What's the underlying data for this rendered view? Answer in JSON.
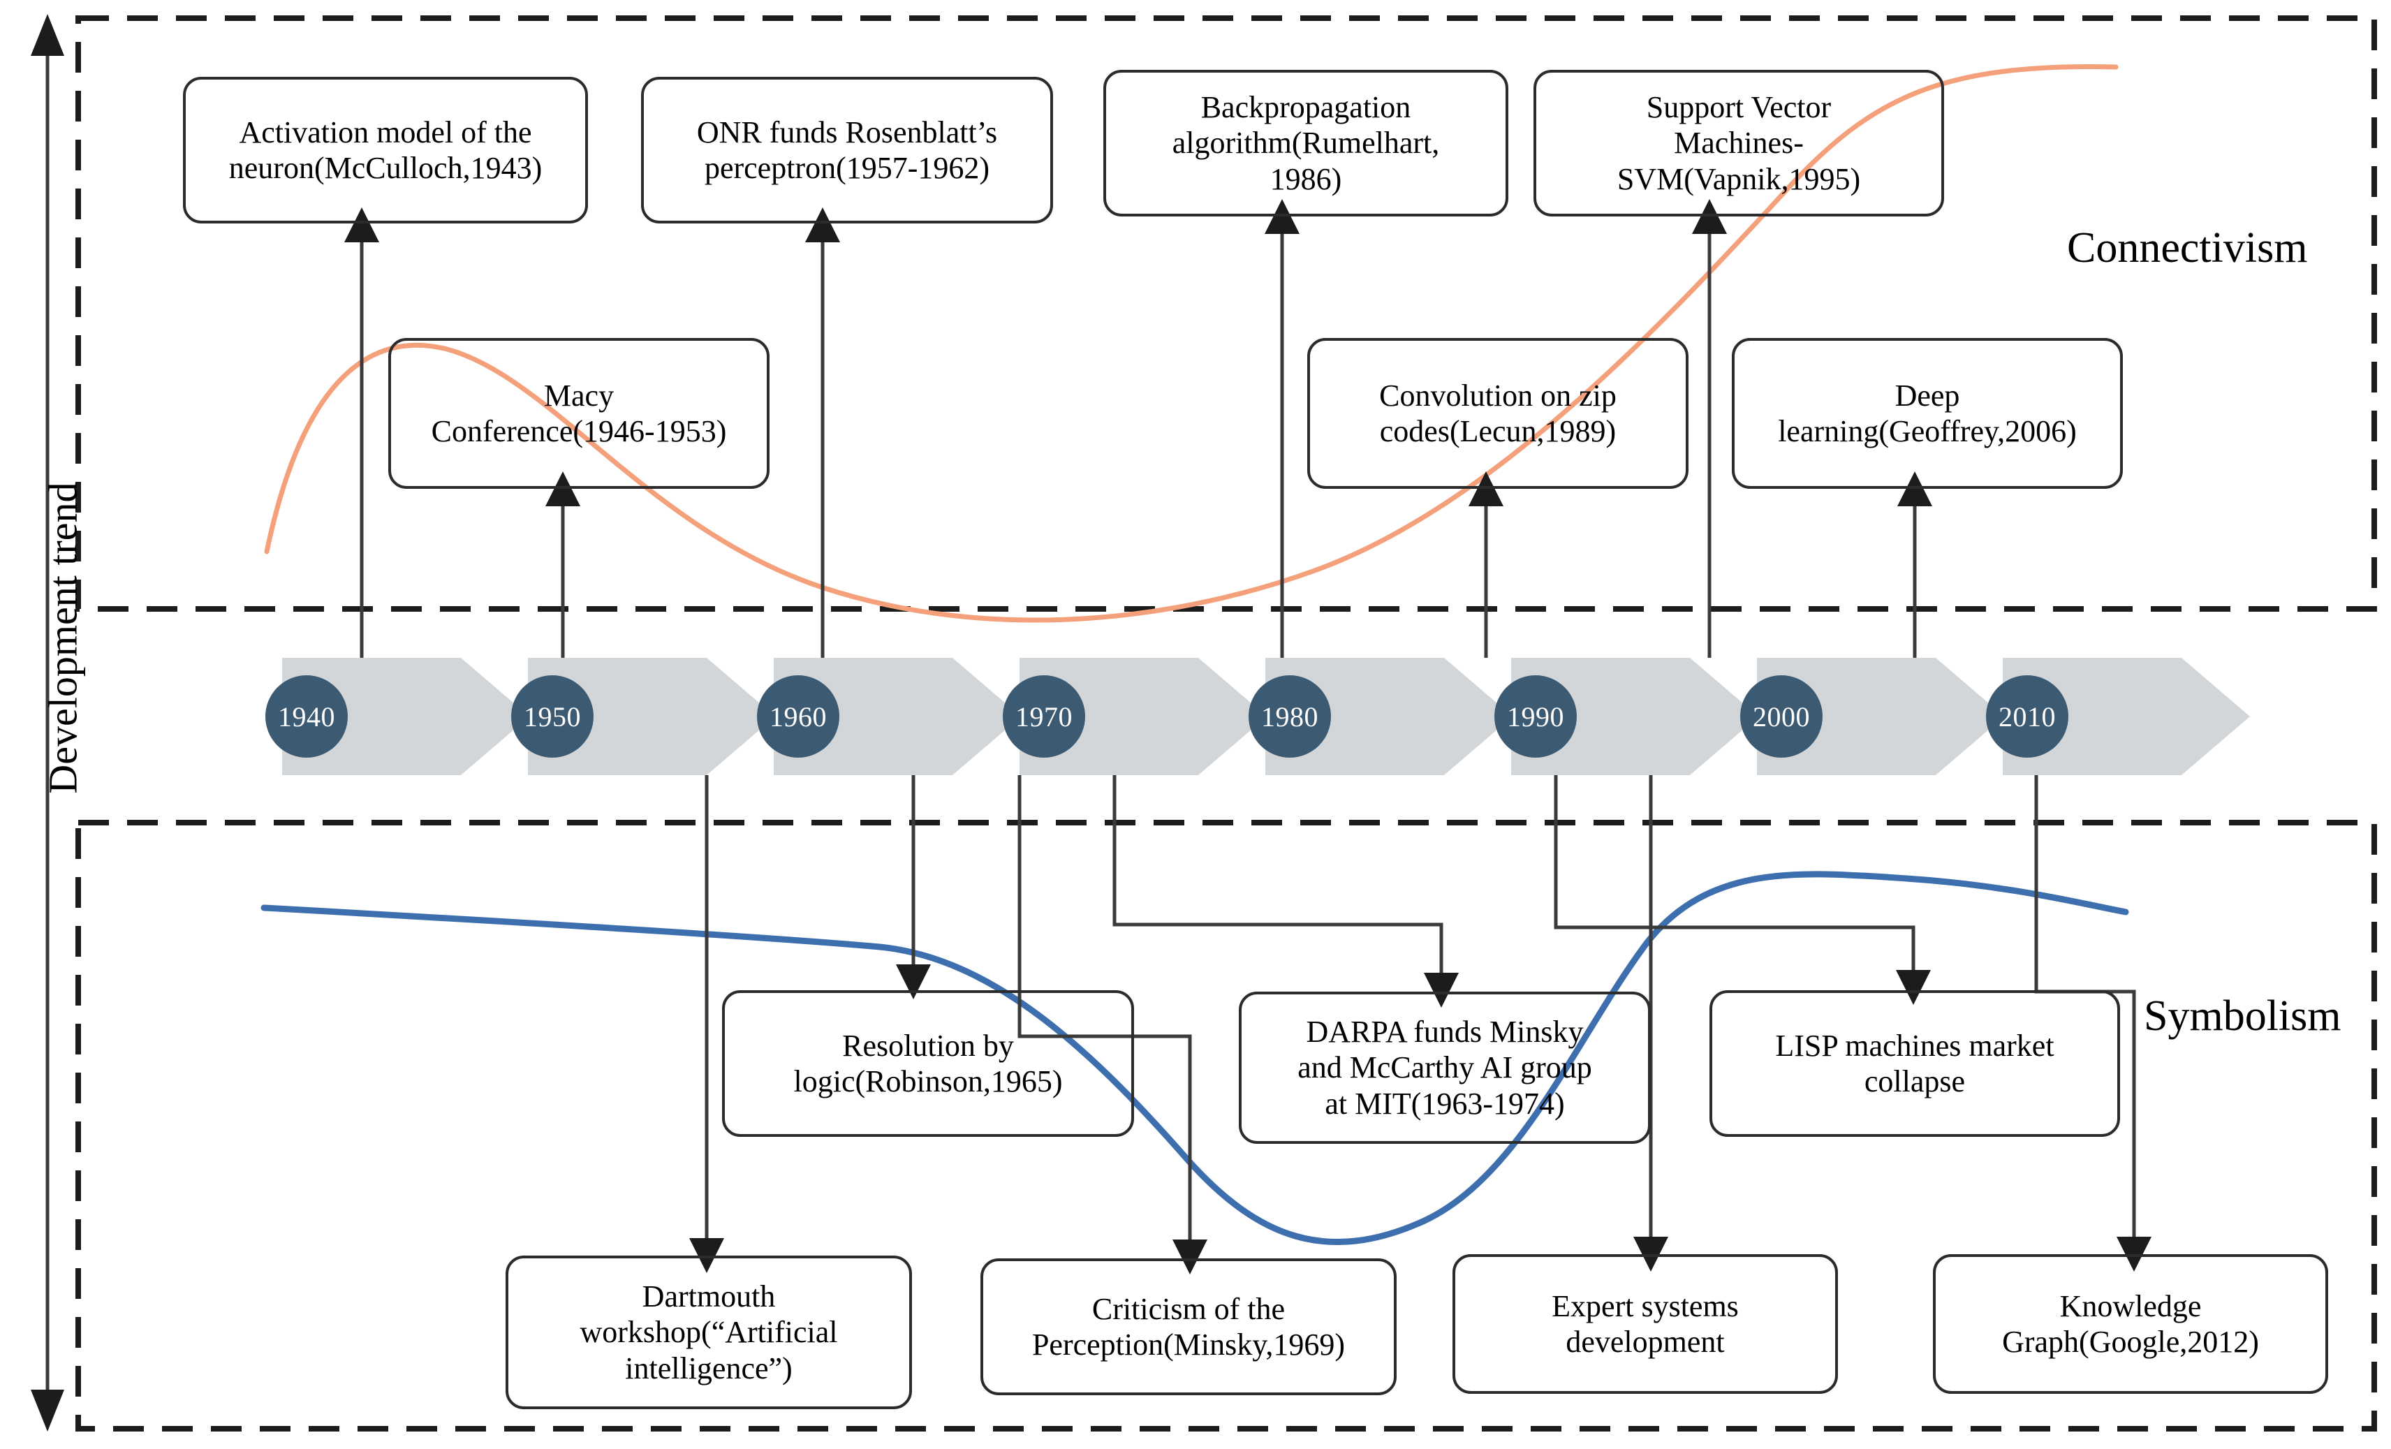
{
  "axis": {
    "label": "Development trend"
  },
  "regions": {
    "top": {
      "label": "Connectivism",
      "curve_color": "#f4a07a"
    },
    "bottom": {
      "label": "Symbolism",
      "curve_color": "#3d6ead"
    }
  },
  "timeline": {
    "arrow_fill": "#d3d6d9",
    "pill_fill": "#3d5a73",
    "years": [
      "1940",
      "1950",
      "1960",
      "1970",
      "1980",
      "1990",
      "2000",
      "2010"
    ]
  },
  "top_events": [
    {
      "id": "activation-model",
      "text": "Activation model of the\nneuron(McCulloch,1943)"
    },
    {
      "id": "onr-perceptron",
      "text": "ONR funds Rosenblatt’s\nperceptron(1957-1962)"
    },
    {
      "id": "backpropagation",
      "text": "Backpropagation\nalgorithm(Rumelhart,\n1986)"
    },
    {
      "id": "svm",
      "text": "Support Vector\nMachines-\nSVM(Vapnik,1995)"
    },
    {
      "id": "macy-conference",
      "text": "Macy\nConference(1946-1953)"
    },
    {
      "id": "convolution-zip",
      "text": "Convolution on zip\ncodes(Lecun,1989)"
    },
    {
      "id": "deep-learning",
      "text": "Deep\nlearning(Geoffrey,2006)"
    }
  ],
  "bottom_events": [
    {
      "id": "resolution-logic",
      "text": "Resolution by\nlogic(Robinson,1965)"
    },
    {
      "id": "darpa-minsky",
      "text": "DARPA funds Minsky\nand McCarthy AI group\nat MIT(1963-1974)"
    },
    {
      "id": "lisp-collapse",
      "text": "LISP machines market\ncollapse"
    },
    {
      "id": "dartmouth",
      "text": "Dartmouth\nworkshop(“Artificial\nintelligence”)"
    },
    {
      "id": "criticism-perception",
      "text": "Criticism of the\nPerception(Minsky,1969)"
    },
    {
      "id": "expert-systems",
      "text": "Expert systems\ndevelopment"
    },
    {
      "id": "knowledge-graph",
      "text": "Knowledge\nGraph(Google,2012)"
    }
  ]
}
